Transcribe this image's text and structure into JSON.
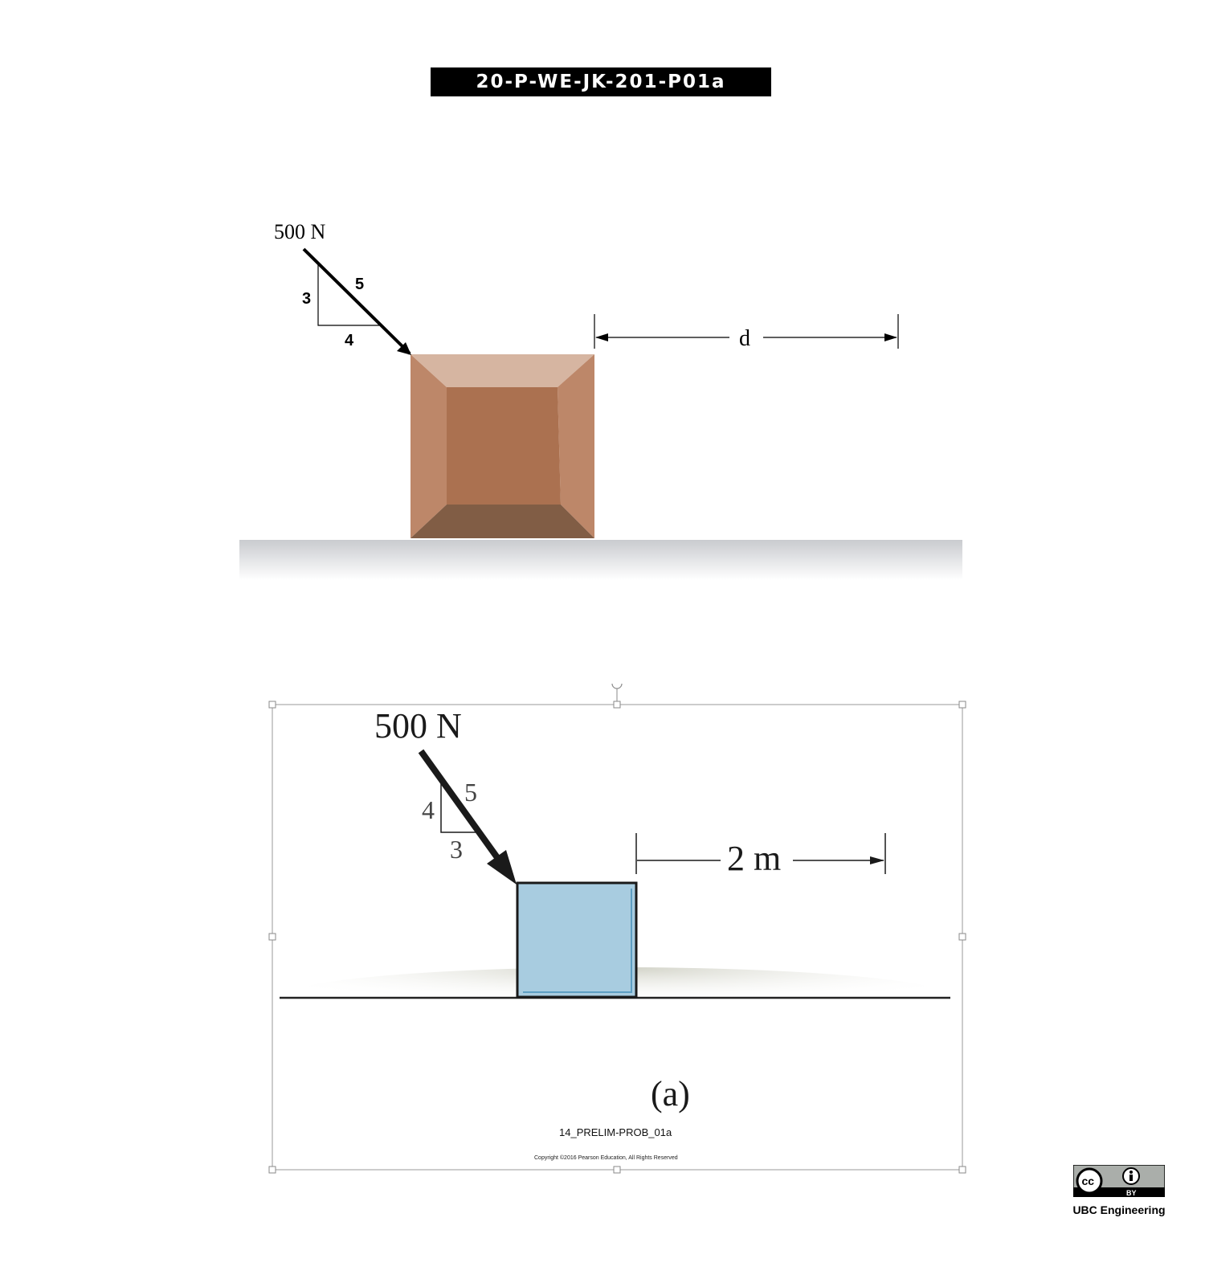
{
  "header": {
    "title": "20-P-WE-JK-201-P01a"
  },
  "figure_top": {
    "force_label": "500 N",
    "slope_rise": "3",
    "slope_hyp": "5",
    "slope_run": "4",
    "distance_label": "d",
    "colors": {
      "block_top": "#d6b5a1",
      "block_side": "#bd8769",
      "block_face": "#ab7150",
      "block_bottom": "#815d45"
    }
  },
  "figure_bottom": {
    "force_label": "500 N",
    "slope_rise": "4",
    "slope_hyp": "5",
    "slope_run": "3",
    "distance_label": "2 m",
    "caption": "(a)",
    "figure_id": "14_PRELIM-PROB_01a",
    "copyright": "Copyright ©2016 Pearson Education, All Rights Reserved",
    "colors": {
      "block_fill": "#a8cce0",
      "block_border": "#1a1a1a"
    }
  },
  "footer": {
    "license_icon": "cc-by-icon",
    "license_text": "BY",
    "org_label": "UBC Engineering"
  }
}
